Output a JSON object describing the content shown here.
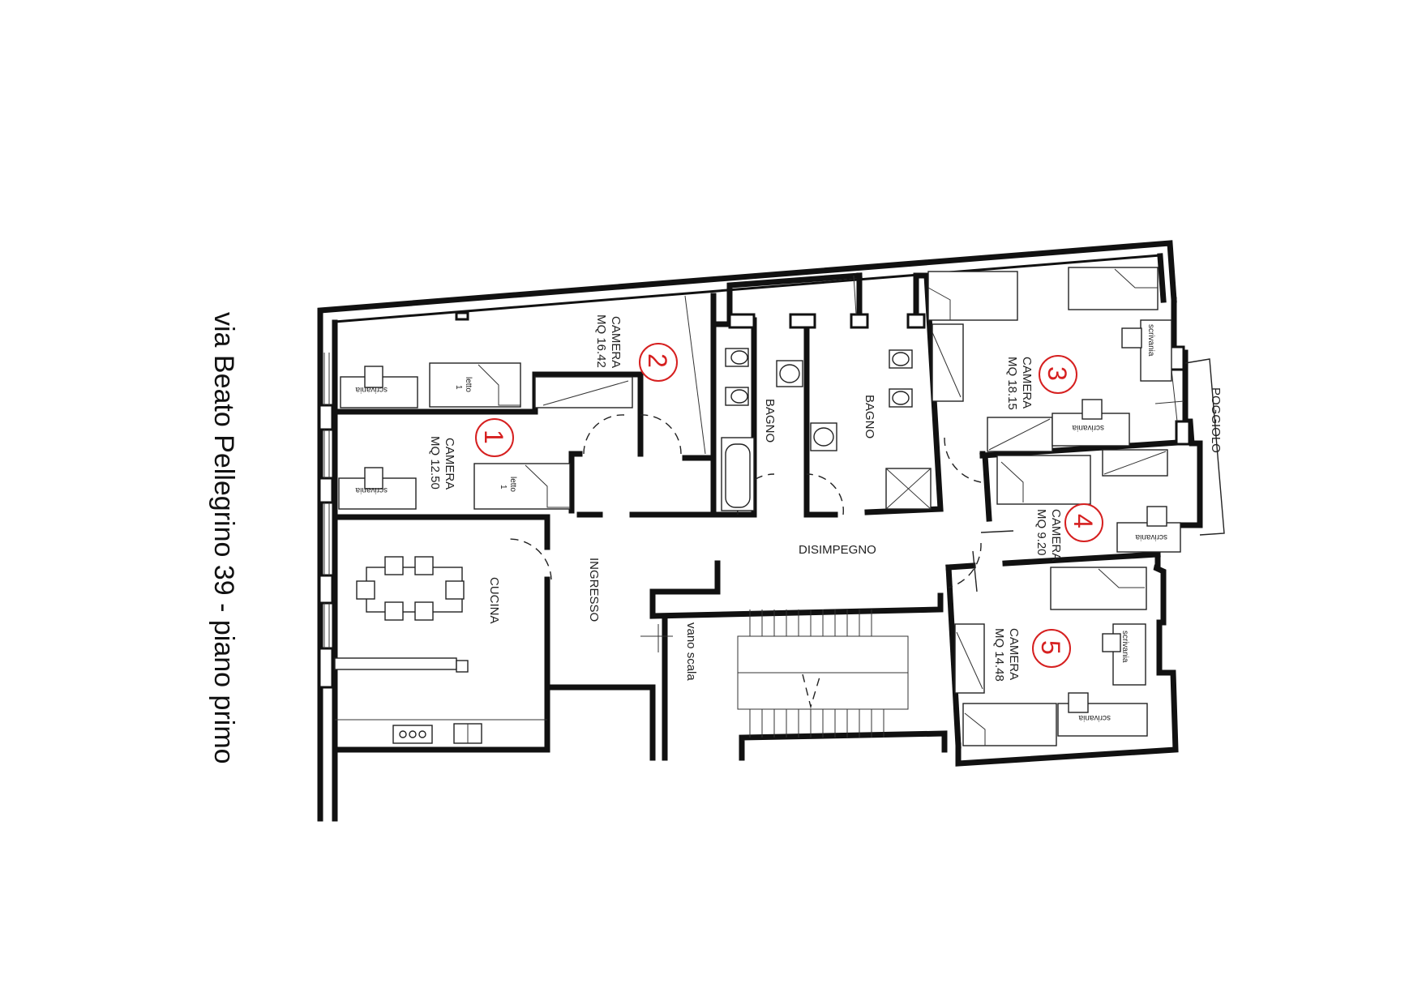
{
  "title": "via Beato Pellegrino 39 - piano primo",
  "rooms": {
    "camera1": {
      "name": "CAMERA",
      "area": "MQ 12.50",
      "number": "1"
    },
    "camera2": {
      "name": "CAMERA",
      "area": "MQ 16.42",
      "number": "2"
    },
    "camera3": {
      "name": "CAMERA",
      "area": "MQ 18.15",
      "number": "3"
    },
    "camera4": {
      "name": "CAMERA",
      "area": "MQ 9.20",
      "number": "4"
    },
    "camera5": {
      "name": "CAMERA",
      "area": "MQ 14.48",
      "number": "5"
    },
    "bagno1": "BAGNO",
    "bagno2": "BAGNO",
    "disimpegno": "DISIMPEGNO",
    "ingresso": "INGRESSO",
    "cucina": "CUCINA",
    "vano_scala": "vano scala",
    "poggiolo": "POGGIOLO"
  },
  "furniture": {
    "letto": "letto",
    "letto_num": "1",
    "scrivania": "scrivania"
  },
  "colors": {
    "walls": "#111111",
    "room_numbers": "#d62020"
  }
}
